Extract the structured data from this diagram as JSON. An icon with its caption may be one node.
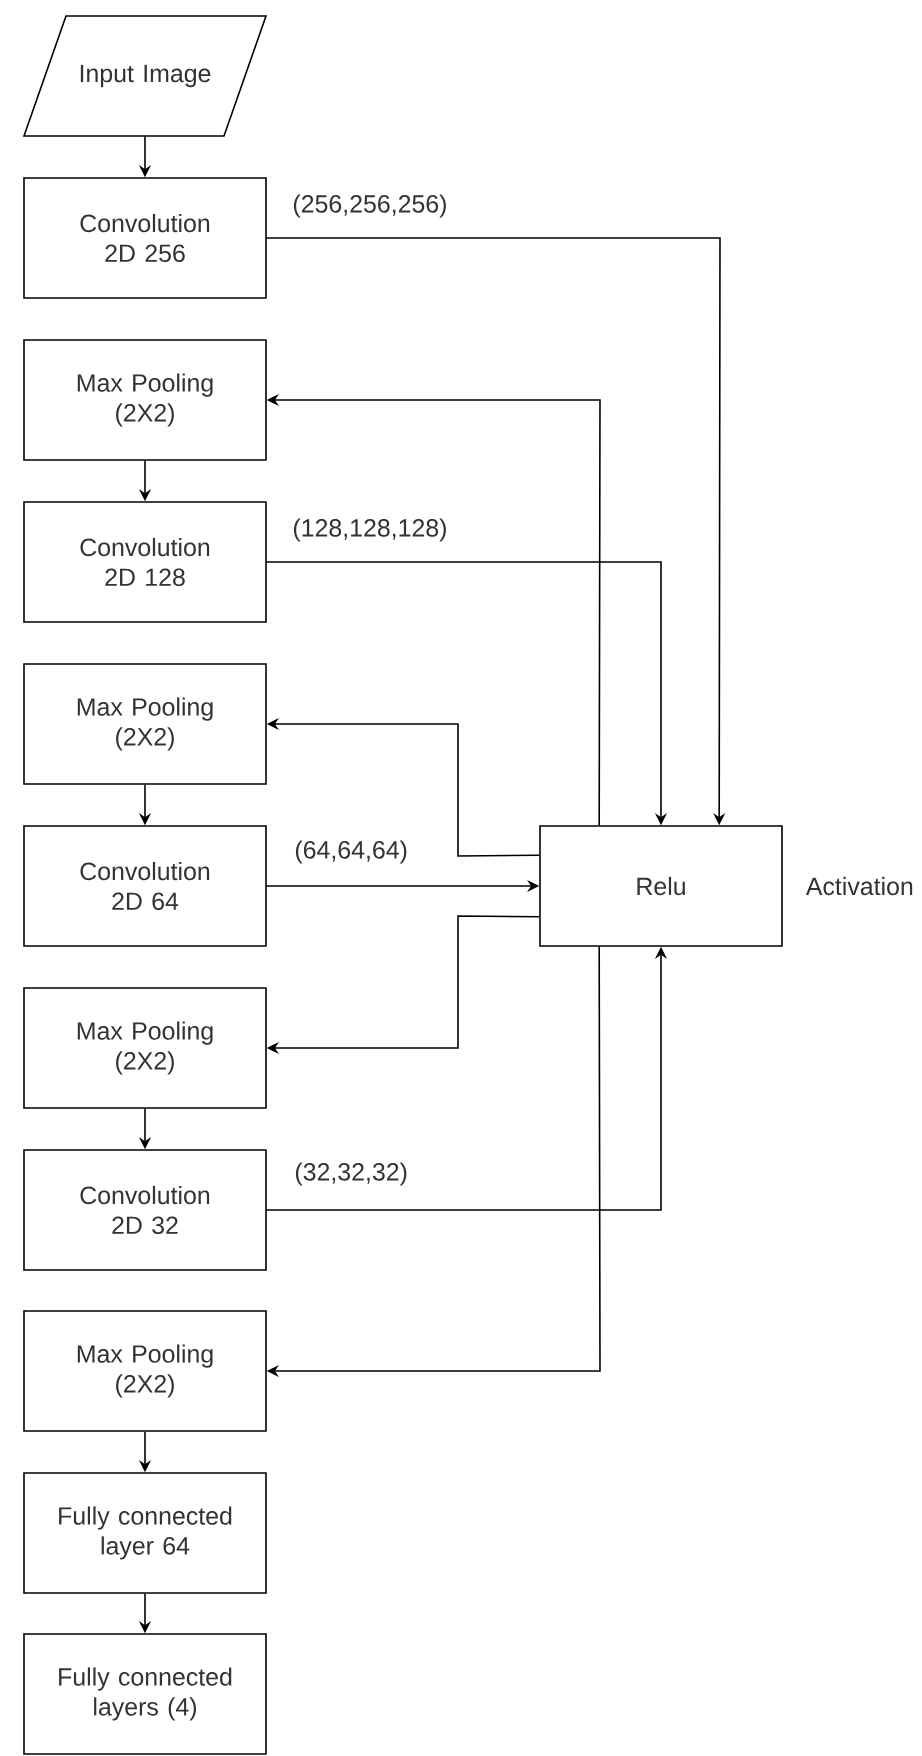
{
  "diagram": {
    "nodes": [
      {
        "text": [
          "Input Image"
        ]
      },
      {
        "text": [
          "Convolution 2D 256"
        ]
      },
      {
        "text": [
          "Max Pooling (2X2)"
        ]
      },
      {
        "text": [
          "Convolution 2D 128"
        ]
      },
      {
        "text": [
          "Max Pooling (2X2)"
        ]
      },
      {
        "text": [
          "Convolution 2D 64"
        ]
      },
      {
        "text": [
          "Max Pooling (2X2)"
        ]
      },
      {
        "text": [
          "Convolution 2D 32"
        ]
      },
      {
        "text": [
          "Max Pooling (2X2)"
        ]
      },
      {
        "text": [
          "Fully connected layer 64"
        ]
      },
      {
        "text": [
          "Fully connected layers (4)"
        ]
      },
      {
        "text": [
          "Relu"
        ],
        "beside": [
          "Activation"
        ]
      }
    ],
    "edges": [
      {
        "from": 0,
        "to": 1,
        "arrow": "to"
      },
      {
        "from": 1,
        "to": 11,
        "arrow": "to",
        "label": "(256,256,256)"
      },
      {
        "from": 11,
        "to": 2,
        "arrow": "to"
      },
      {
        "from": 2,
        "to": 3,
        "arrow": "to"
      },
      {
        "from": 3,
        "to": 11,
        "arrow": "to",
        "label": "(128,128,128)"
      },
      {
        "from": 11,
        "to": 4,
        "arrow": "to"
      },
      {
        "from": 4,
        "to": 5,
        "arrow": "to"
      },
      {
        "from": 5,
        "to": 11,
        "arrow": "to",
        "label": "(64,64,64)"
      },
      {
        "from": 11,
        "to": 6,
        "arrow": "to"
      },
      {
        "from": 6,
        "to": 7,
        "arrow": "to"
      },
      {
        "from": 7,
        "to": 11,
        "arrow": "to",
        "label": "(32,32,32)"
      },
      {
        "from": 11,
        "to": 8,
        "arrow": "to"
      },
      {
        "from": 8,
        "to": 9,
        "arrow": "to"
      },
      {
        "from": 9,
        "to": 10,
        "arrow": "to"
      }
    ]
  }
}
